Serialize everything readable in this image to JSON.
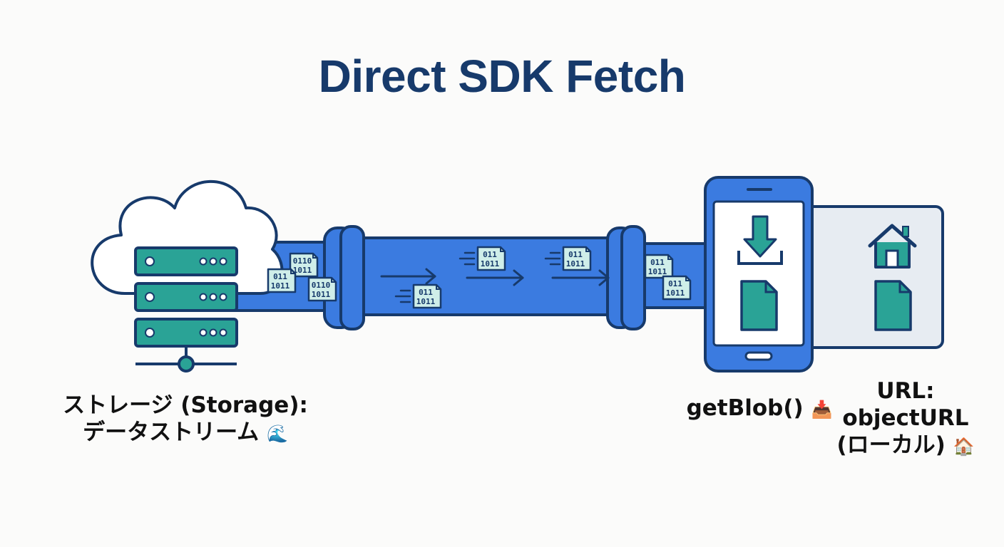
{
  "title": "Direct SDK Fetch",
  "chunk_labels": {
    "a": "0110",
    "b": "1011",
    "c": "011"
  },
  "labels": {
    "storage_line1": "ストレージ (Storage):",
    "storage_line2": "データストリーム",
    "storage_emoji": "🌊",
    "getblob": "getBlob()",
    "getblob_emoji": "📥",
    "url_line1": "URL:",
    "url_line2": "objectURL",
    "url_line3": "(ローカル)",
    "url_emoji": "🏠"
  },
  "colors": {
    "navy": "#173a6b",
    "pipe_blue": "#3b7be0",
    "teal": "#2aa396",
    "chunk_fill": "#cfeee9"
  },
  "icons": [
    "cloud-icon",
    "server-icon",
    "pipe-icon",
    "data-chunk-icon",
    "arrow-right-icon",
    "phone-icon",
    "download-icon",
    "file-icon",
    "house-icon"
  ]
}
